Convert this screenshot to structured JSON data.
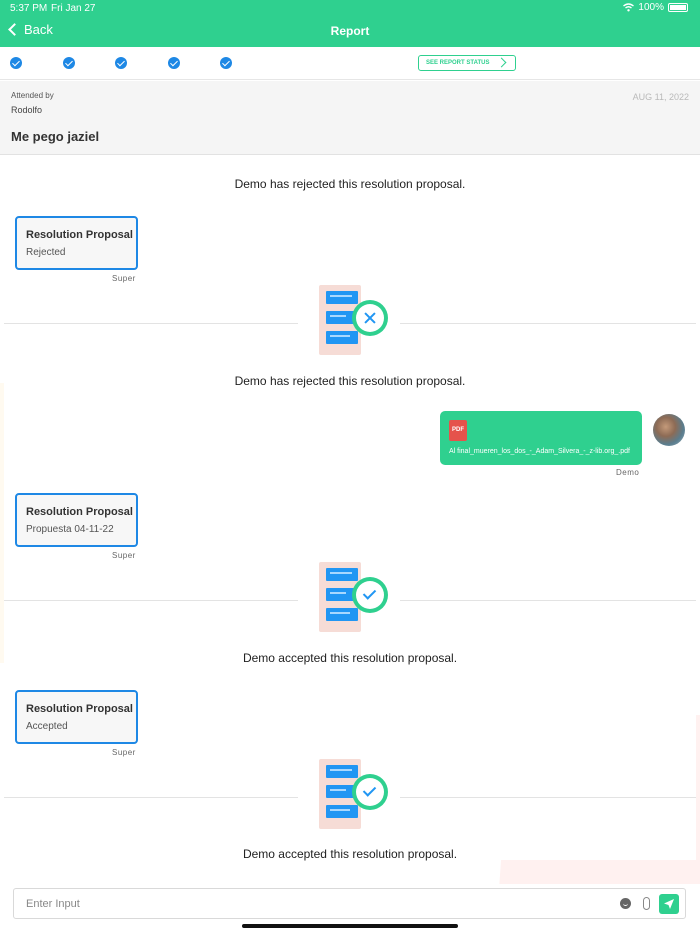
{
  "status_bar": {
    "time": "5:37 PM",
    "date": "Fri Jan 27",
    "battery": "100%"
  },
  "nav": {
    "back_label": "Back",
    "title": "Report"
  },
  "steps": {
    "see_status_label": "SEE REPORT STATUS"
  },
  "info": {
    "attended_label": "Attended by",
    "attended_name": "Rodolfo",
    "date": "AUG 11, 2022",
    "title": "Me pego jaziel"
  },
  "messages": {
    "sys1": "Demo has rejected this resolution proposal.",
    "card1": {
      "title": "Resolution Proposal",
      "subtitle": "Rejected",
      "sender": "Super"
    },
    "sys2": "Demo has rejected this resolution proposal.",
    "file": {
      "icon_label": "PDF",
      "name": "Al final_mueren_los_dos_-_Adam_Silvera_-_z-lib.org_.pdf",
      "sender": "Demo"
    },
    "card2": {
      "title": "Resolution Proposal",
      "subtitle": "Propuesta 04-11-22",
      "sender": "Super"
    },
    "sys3": "Demo accepted this resolution proposal.",
    "card3": {
      "title": "Resolution Proposal",
      "subtitle": "Accepted",
      "sender": "Super"
    },
    "sys4": "Demo accepted this resolution proposal."
  },
  "input": {
    "placeholder": "Enter Input"
  },
  "icons": {
    "back": "chevron-left-icon",
    "step": "check-circle-icon",
    "rejected": "doc-x-icon",
    "accepted": "doc-check-icon",
    "send": "send-icon",
    "emoji": "emoji-icon",
    "attach": "paperclip-icon"
  },
  "colors": {
    "brand": "#2fd08f",
    "accent": "#1e88e5",
    "pdf": "#e5534b"
  }
}
